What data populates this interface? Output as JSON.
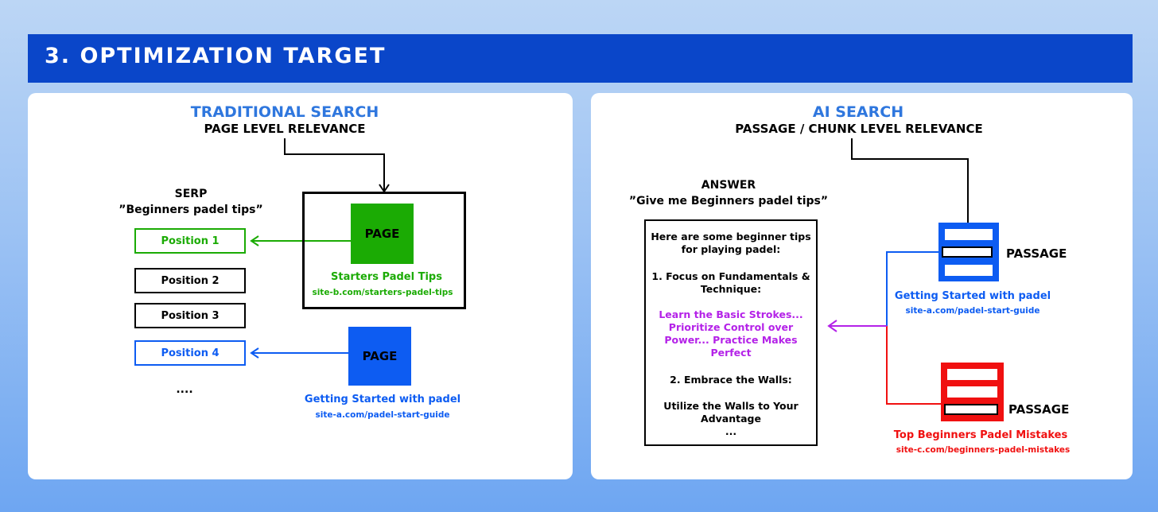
{
  "title": "3. OPTIMIZATION TARGET",
  "left": {
    "heading": "TRADITIONAL SEARCH",
    "subheading": "PAGE LEVEL RELEVANCE",
    "serp_title": "SERP",
    "serp_query": "”Beginners padel tips”",
    "positions": [
      "Position 1",
      "Position 2",
      "Position 3",
      "Position 4"
    ],
    "ellipsis": "....",
    "page_green_label": "PAGE",
    "page_green_title": "Starters Padel Tips",
    "page_green_url": "site-b.com/starters-padel-tips",
    "page_blue_label": "PAGE",
    "page_blue_title": "Getting Started with padel",
    "page_blue_url": "site-a.com/padel-start-guide"
  },
  "right": {
    "heading": "AI SEARCH",
    "subheading": "PASSAGE / CHUNK LEVEL RELEVANCE",
    "answer_title": "ANSWER",
    "answer_query": "”Give me Beginners padel tips”",
    "answer_lines": {
      "l1": "Here are some beginner tips",
      "l2": "for playing padel:",
      "l3": "1. Focus on Fundamentals &",
      "l4": "Technique:",
      "p1": "Learn the Basic Strokes...",
      "p2": "Prioritize Control over",
      "p3": "Power... Practice Makes",
      "p4": "Perfect",
      "l5": "2. Embrace the Walls:",
      "l6": "Utilize the Walls to Your",
      "l7": "Advantage",
      "l8": "..."
    },
    "passage_blue_label": "PASSAGE",
    "passage_blue_title": "Getting Started with padel",
    "passage_blue_url": "site-a.com/padel-start-guide",
    "passage_red_label": "PASSAGE",
    "passage_red_title": "Top Beginners Padel Mistakes",
    "passage_red_url": "site-c.com/beginners-padel-mistakes"
  },
  "colors": {
    "title_bar": "#0a46c9",
    "heading_blue": "#2f77de",
    "green": "#1bab04",
    "blue": "#0d5cf2",
    "red": "#f01010",
    "purple": "#b422e8"
  }
}
